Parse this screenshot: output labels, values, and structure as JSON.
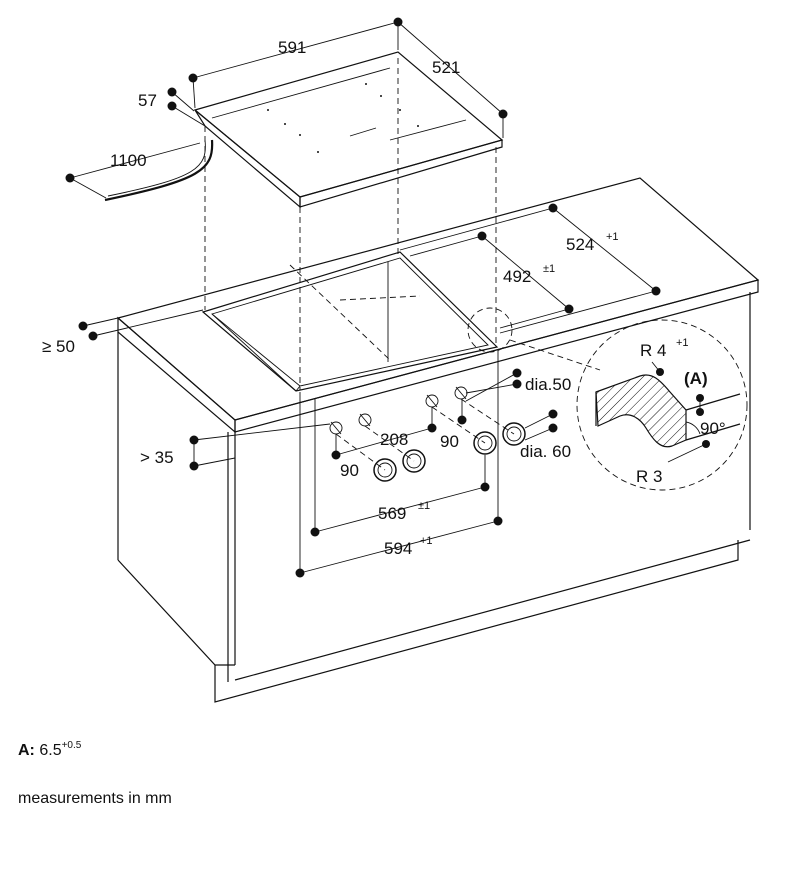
{
  "labels": {
    "width_591": "591",
    "depth_521": "521",
    "height_57": "57",
    "cable_1100": "1100",
    "cut_depth_524": "524",
    "cut_depth_524_tol": "+1",
    "cut_depth_492": "492",
    "cut_depth_492_tol": "±1",
    "edge_50": "≥ 50",
    "edge_35": "> 35",
    "hole_dia_50": "dia.50",
    "knob_dia_60": "dia. 60",
    "spacing_208": "208",
    "spacing_90_left": "90",
    "spacing_90_right": "90",
    "width_569": "569",
    "width_569_tol": "±1",
    "width_594": "594",
    "width_594_tol": "+1",
    "radius_top": "R 4",
    "radius_top_tol": "+1",
    "detail_a": "(A)",
    "angle_90": "90°",
    "radius_bottom": "R 3"
  },
  "notes": {
    "a_label": "A:",
    "a_value": "6.5",
    "a_tol": "+0.5",
    "units": "measurements in mm"
  }
}
